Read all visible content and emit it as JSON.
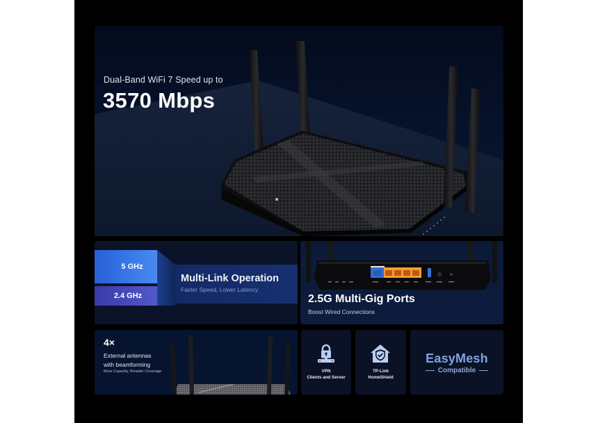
{
  "hero": {
    "subtitle": "Dual-Band WiFi 7 Speed up to",
    "headline": "3570 Mbps"
  },
  "multi_link": {
    "band_high": "5 GHz",
    "band_low": "2.4 GHz",
    "title": "Multi-Link Operation",
    "subtitle": "Faster Speed, Lower Latency"
  },
  "ports": {
    "title": "2.5G Multi-Gig Ports",
    "subtitle": "Boost Wired Connections"
  },
  "antennas": {
    "count": "4×",
    "line1": "External antennas",
    "line2": "with beamforming",
    "note": "More Capacity, Broader Coverage"
  },
  "features": [
    {
      "icon": "vpn-lock-icon",
      "line1": "VPN",
      "line2": "Clients and Server"
    },
    {
      "icon": "homeshield-icon",
      "line1": "TP-Link",
      "line2": "HomeShield"
    }
  ],
  "easymesh": {
    "title": "EasyMesh",
    "subtitle": "Compatible"
  },
  "colors": {
    "background": "#000000",
    "card": "#0b1226",
    "band_5ghz": "#3a7ae8",
    "band_24ghz": "#5159c8",
    "accent_mesh": "#7ea4e0",
    "lan_port": "#f0a030",
    "wan_port": "#2f6fd0"
  }
}
